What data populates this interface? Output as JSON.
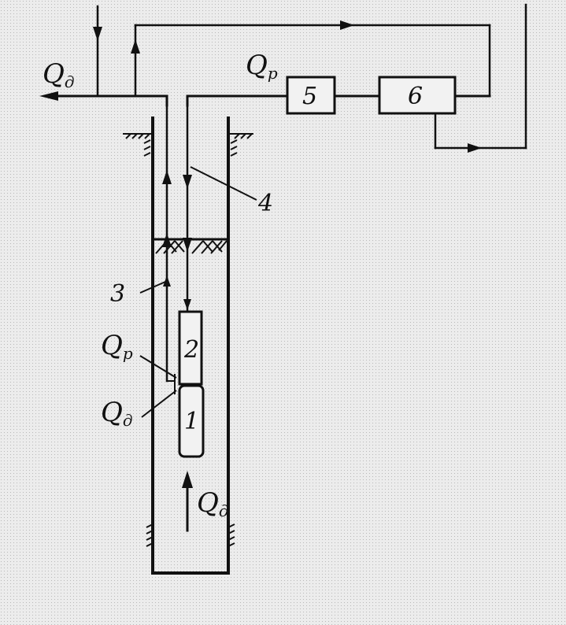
{
  "labels": {
    "qd_top": {
      "main": "Q",
      "sub": "д"
    },
    "qp_top": {
      "main": "Q",
      "sub": "р"
    },
    "qp_mid": {
      "main": "Q",
      "sub": "р"
    },
    "qd_mid": {
      "main": "Q",
      "sub": "д"
    },
    "qd_bottom": {
      "main": "Q",
      "sub": "д"
    }
  },
  "numbers": {
    "n1": "1",
    "n2": "2",
    "n3": "3",
    "n4": "4",
    "n5": "5",
    "n6": "6"
  },
  "colors": {
    "ink": "#111111",
    "paper": "#ececec"
  }
}
